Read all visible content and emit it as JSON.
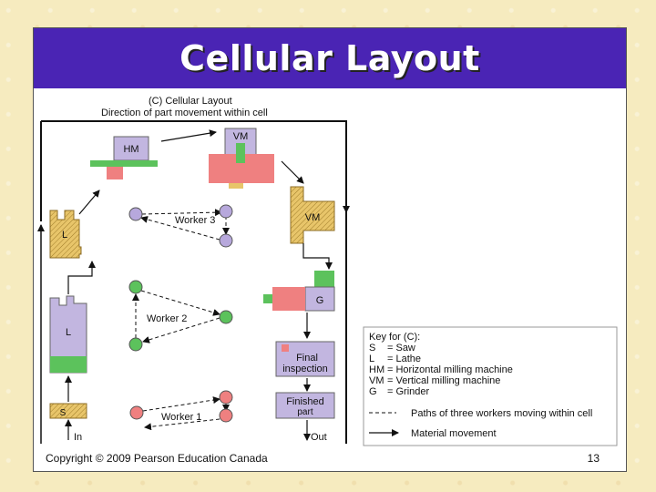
{
  "slide": {
    "title": "Cellular Layout",
    "copyright": "Copyright © 2009 Pearson Education Canada",
    "page_number": "13"
  },
  "diagram": {
    "heading": "(C) Cellular Layout",
    "subheading": "Direction of part movement within cell",
    "machines": {
      "hm": "HM",
      "vm_top": "VM",
      "vm_right": "VM",
      "lathe_top": "L",
      "lathe_bottom": "L",
      "grinder": "G",
      "saw": "S",
      "final_inspection_line1": "Final",
      "final_inspection_line2": "inspection",
      "finished_line1": "Finished",
      "finished_line2": "part"
    },
    "workers": {
      "worker1": "Worker 1",
      "worker2": "Worker 2",
      "worker3": "Worker 3"
    },
    "io": {
      "in": "In",
      "out": "Out"
    },
    "key": {
      "title": "Key for (C):",
      "entries": [
        {
          "code": "S",
          "desc": "= Saw"
        },
        {
          "code": "L",
          "desc": "= Lathe"
        },
        {
          "code": "HM",
          "desc": "= Horizontal milling machine"
        },
        {
          "code": "VM",
          "desc": "= Vertical milling machine"
        },
        {
          "code": "G",
          "desc": "= Grinder"
        }
      ],
      "paths_label": "Paths of three workers moving within cell",
      "material_label": "Material movement"
    },
    "colors": {
      "purple": "#c2b6e0",
      "pink": "#ef8080",
      "green": "#5cc25c",
      "tan": "#e8c56a",
      "circle_purple": "#b7a8dc"
    }
  }
}
